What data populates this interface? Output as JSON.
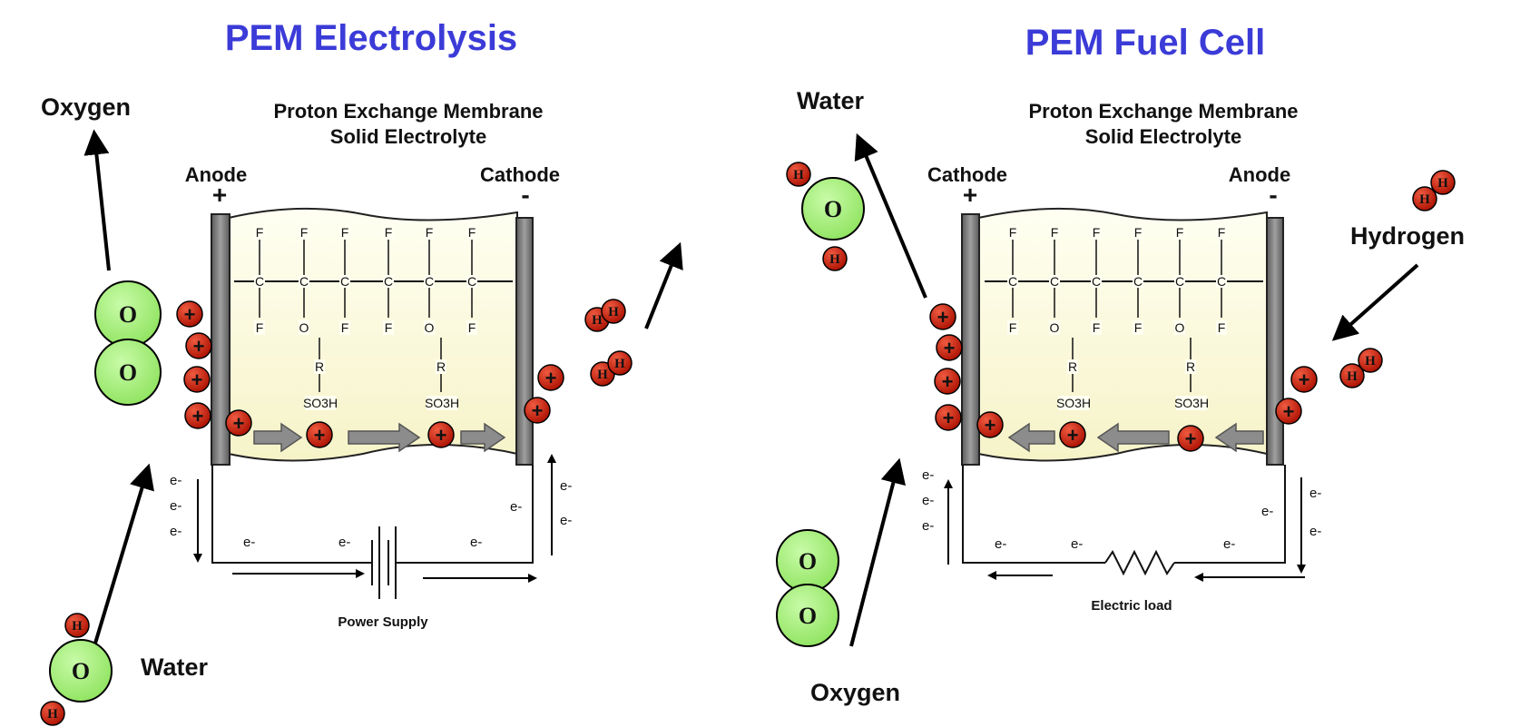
{
  "electrolysis": {
    "title": "PEM Electrolysis",
    "membrane_line1": "Proton Exchange Membrane",
    "membrane_line2": "Solid Electrolyte",
    "left_electrode": "Anode",
    "left_sign": "+",
    "right_electrode": "Cathode",
    "right_sign": "-",
    "gas_out_label": "Oxygen",
    "feed_label": "Water",
    "circuit_label": "Power Supply"
  },
  "fuel_cell": {
    "title": "PEM Fuel Cell",
    "membrane_line1": "Proton Exchange Membrane",
    "membrane_line2": "Solid Electrolyte",
    "left_electrode": "Cathode",
    "left_sign": "+",
    "right_electrode": "Anode",
    "right_sign": "-",
    "product_label": "Water",
    "fuel_label": "Hydrogen",
    "oxidant_label": "Oxygen",
    "circuit_label": "Electric load"
  },
  "symbols": {
    "oxygen_atom": "O",
    "hydrogen_atom": "H",
    "proton": "+",
    "electron": "e-",
    "fluorine": "F",
    "carbon": "C",
    "ether_oxygen": "O",
    "side_group": "R",
    "sulfonic": "SO3H"
  },
  "colors": {
    "title": "#3b3bd8",
    "oxygen_fill": "#a6f07a",
    "hydrogen_fill": "#c81e0a",
    "membrane_fill": "#fdfbe0",
    "electrode_fill": "#8a8a8a"
  }
}
